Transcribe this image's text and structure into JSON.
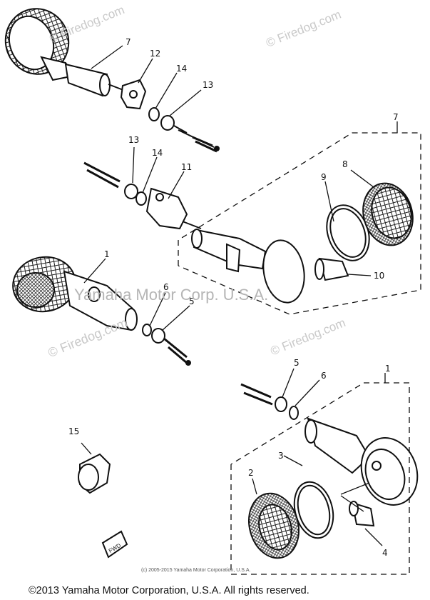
{
  "watermarks": {
    "firedog_top_left": "© Firedog.com",
    "firedog_top_right": "© Firedog.com",
    "firedog_mid_left": "© Firedog.com",
    "firedog_mid_right": "© Firedog.com",
    "yamaha_corp": "Yamaha Motor Corp. U.S.A."
  },
  "small_copyright": "(c) 2005-2015 Yamaha Motor Corporation, U.S.A.",
  "footer_copyright": "©2013 Yamaha Motor Corporation, U.S.A. All rights reserved.",
  "fwd_label": "FWD",
  "callouts": {
    "c7_top": "7",
    "c12": "12",
    "c14_top": "14",
    "c13_top": "13",
    "c7_right": "7",
    "c8": "8",
    "c9": "9",
    "c13_mid": "13",
    "c14_mid": "14",
    "c11": "11",
    "c10": "10",
    "c1_left": "1",
    "c6_left": "6",
    "c5_left": "5",
    "c1_right": "1",
    "c5_right": "5",
    "c6_right": "6",
    "c3": "3",
    "c2": "2",
    "c15": "15",
    "c4": "4"
  },
  "colors": {
    "ink": "#111111",
    "watermark": "#c0c0c0",
    "background": "#ffffff"
  }
}
